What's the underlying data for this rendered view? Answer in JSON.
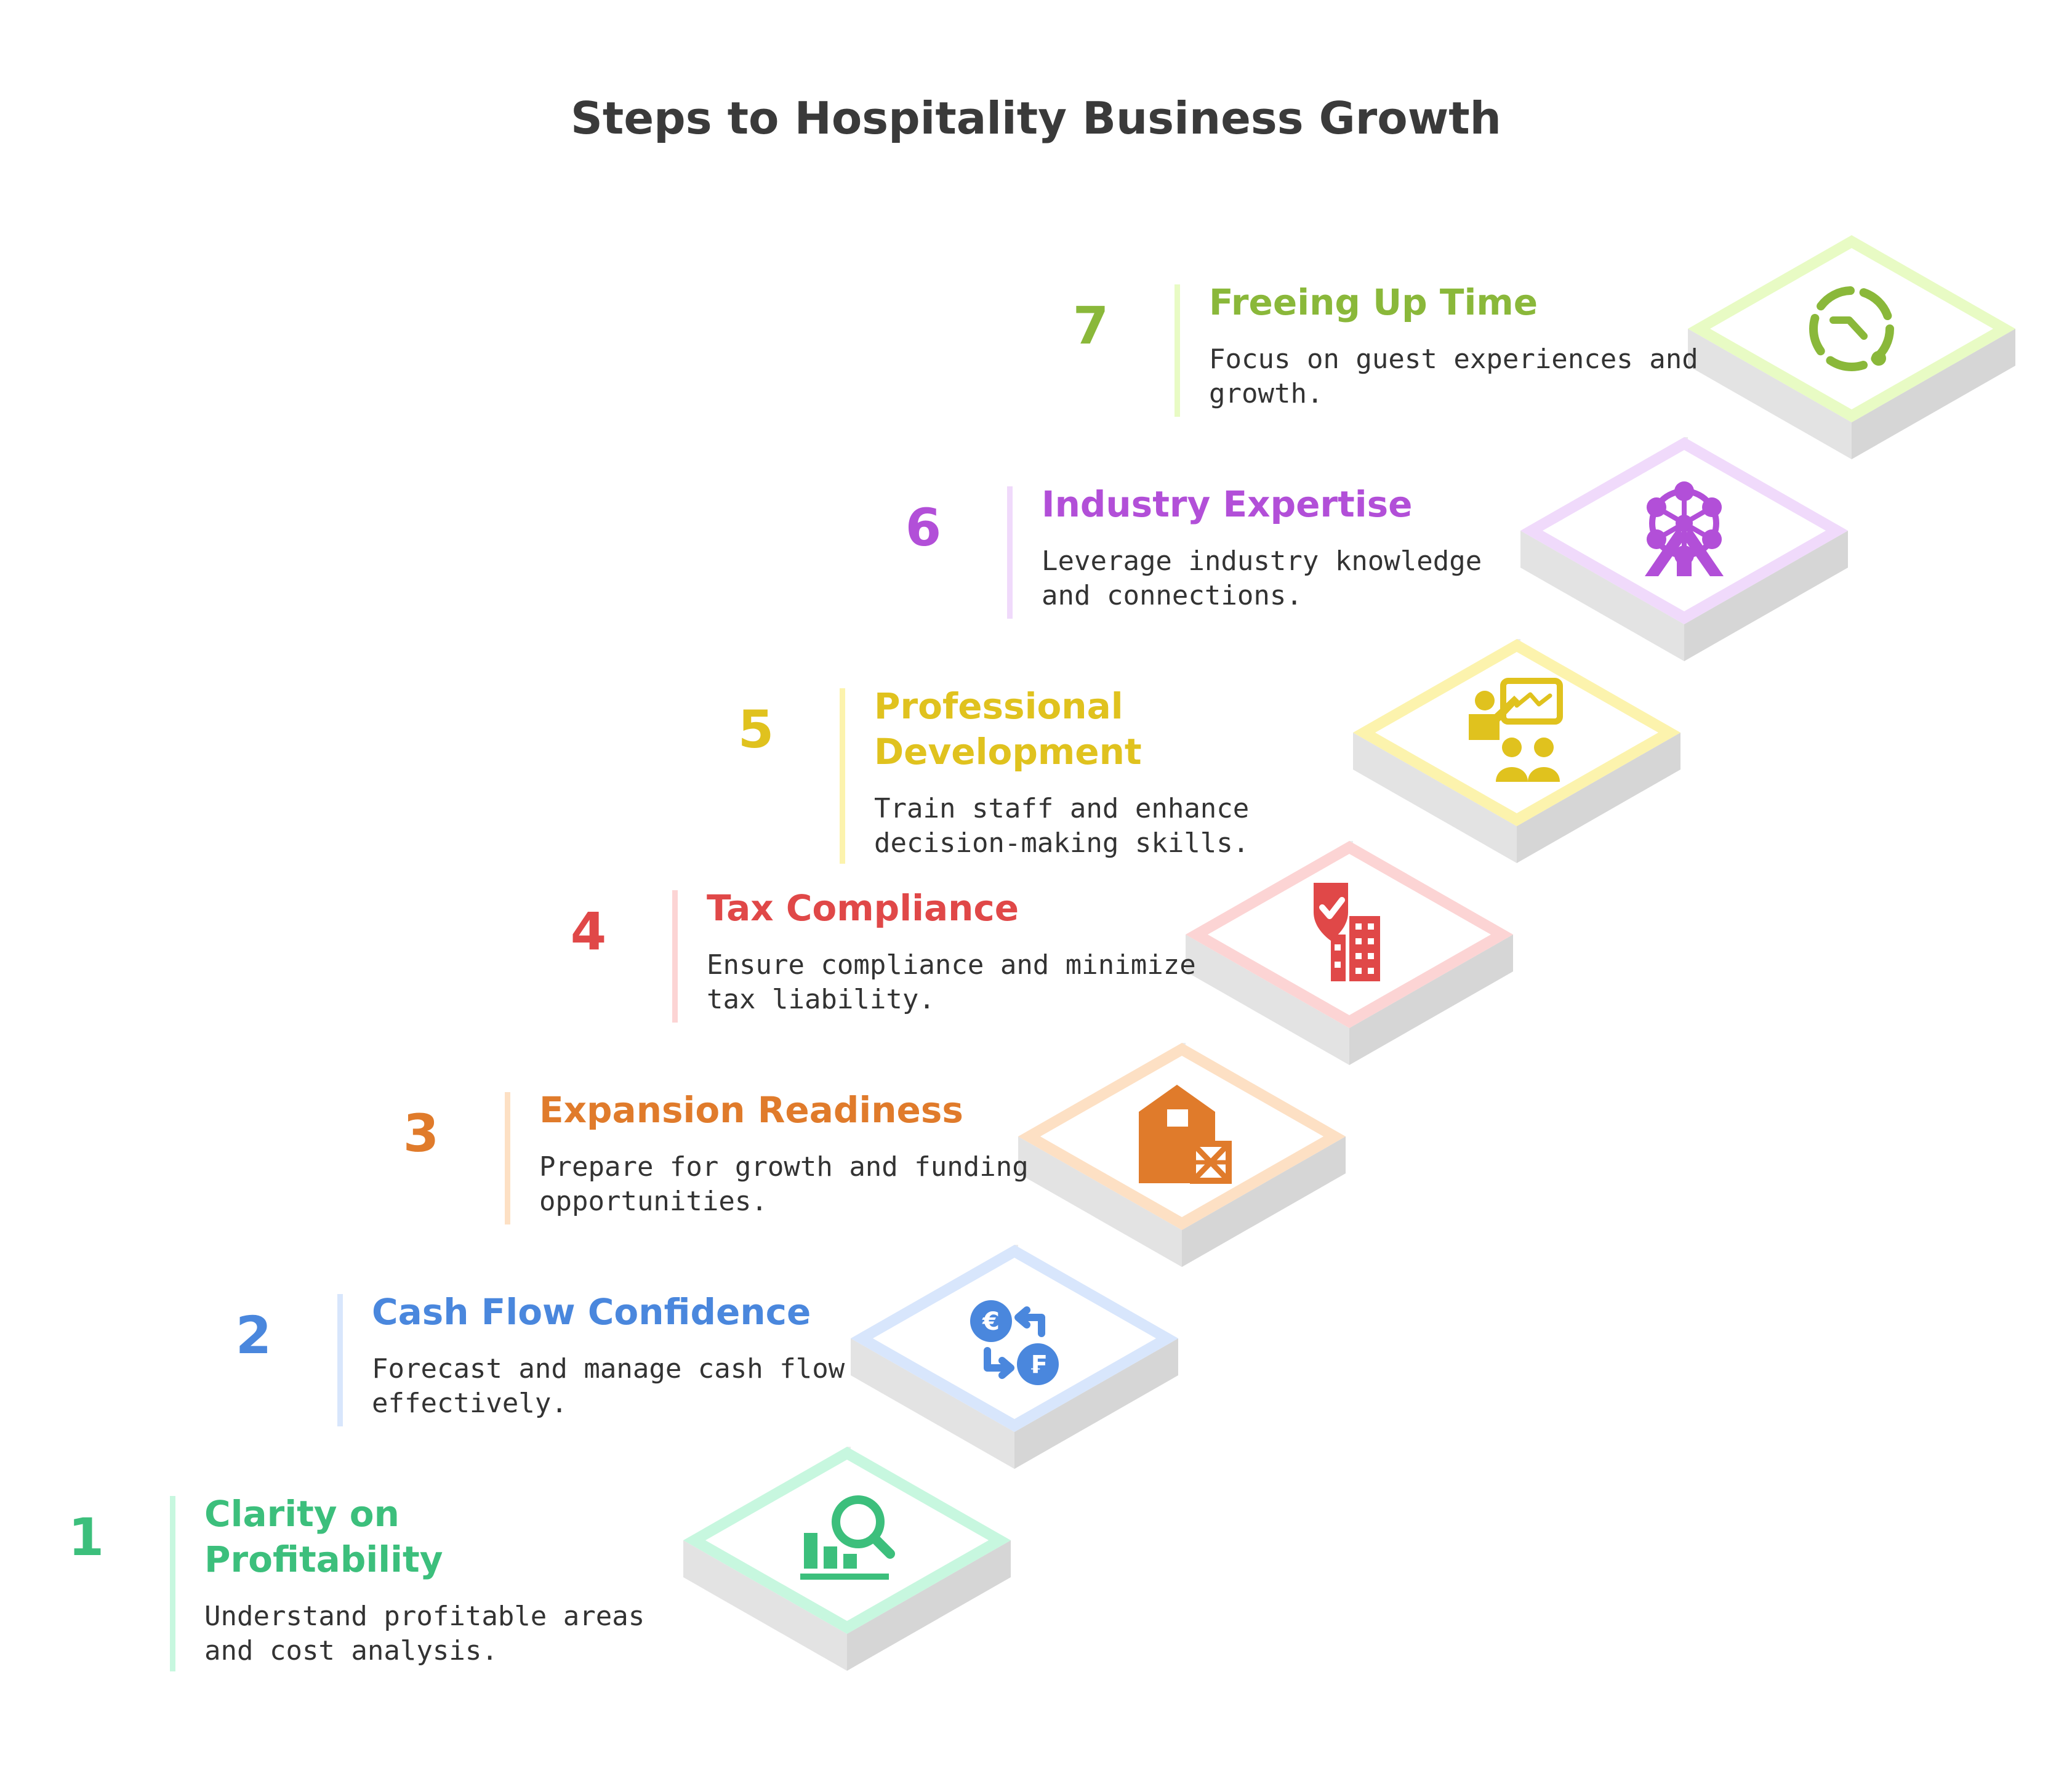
{
  "title": "Steps to Hospitality Business Growth",
  "steps": [
    {
      "number": "1",
      "title": "Clarity on Profitability",
      "title_lines": [
        "Clarity on",
        "Profitability"
      ],
      "description_lines": [
        "Understand profitable areas",
        "and cost analysis."
      ],
      "color": "#3cbf7c",
      "light": "#c7f7df",
      "icon": "chart-search-icon"
    },
    {
      "number": "2",
      "title": "Cash Flow Confidence",
      "title_lines": [
        "Cash Flow Confidence"
      ],
      "description_lines": [
        "Forecast and manage cash flow",
        "effectively."
      ],
      "color": "#4a87dd",
      "light": "#d8e6fc",
      "icon": "currency-exchange-icon"
    },
    {
      "number": "3",
      "title": "Expansion Readiness",
      "title_lines": [
        "Expansion Readiness"
      ],
      "description_lines": [
        "Prepare for growth and funding",
        "opportunities."
      ],
      "color": "#e07b2b",
      "light": "#fde0c4",
      "icon": "barn-icon"
    },
    {
      "number": "4",
      "title": "Tax Compliance",
      "title_lines": [
        "Tax Compliance"
      ],
      "description_lines": [
        "Ensure compliance and minimize",
        "tax liability."
      ],
      "color": "#e04848",
      "light": "#fcd4d4",
      "icon": "shield-building-icon"
    },
    {
      "number": "5",
      "title": "Professional Development",
      "title_lines": [
        "Professional",
        "Development"
      ],
      "description_lines": [
        "Train staff and enhance",
        "decision-making skills."
      ],
      "color": "#e0c21e",
      "light": "#fcf3ad",
      "icon": "presentation-icon"
    },
    {
      "number": "6",
      "title": "Industry Expertise",
      "title_lines": [
        "Industry Expertise"
      ],
      "description_lines": [
        "Leverage industry knowledge",
        "and connections."
      ],
      "color": "#b24fd8",
      "light": "#f0dafb",
      "icon": "ferris-wheel-icon"
    },
    {
      "number": "7",
      "title": "Freeing Up Time",
      "title_lines": [
        "Freeing Up Time"
      ],
      "description_lines": [
        "Focus on guest experiences and",
        "growth."
      ],
      "color": "#8ab83a",
      "light": "#e8fbc4",
      "icon": "timer-icon"
    }
  ]
}
